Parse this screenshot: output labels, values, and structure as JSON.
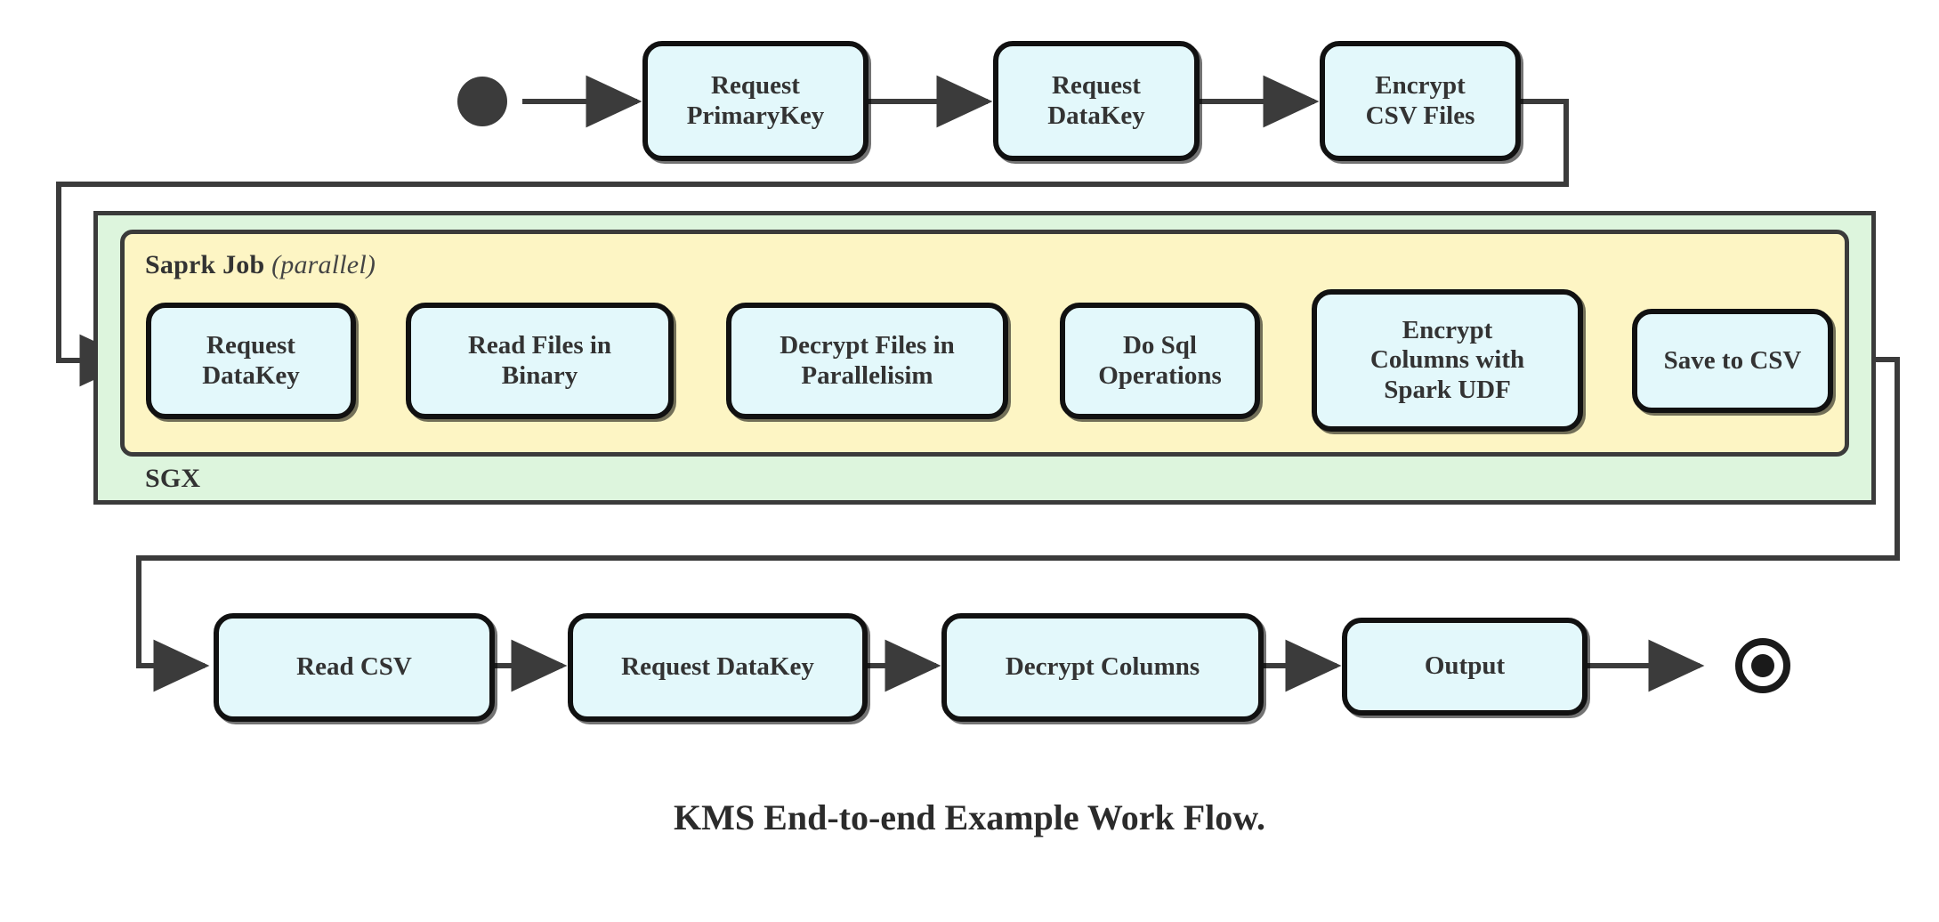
{
  "diagram": {
    "caption": "KMS End-to-end Example Work Flow.",
    "colors": {
      "node_fill": "#e3f8fb",
      "node_stroke": "#111111",
      "sgx_fill": "#ddf5dd",
      "spark_fill": "#fdf5c4",
      "group_stroke": "#3b3b3b",
      "text": "#333333"
    },
    "groups": {
      "sgx": {
        "label": "SGX"
      },
      "spark": {
        "label_bold": "Saprk Job",
        "label_italic": "(parallel)"
      }
    },
    "events": {
      "start": {
        "name": "start-event"
      },
      "end": {
        "name": "end-event"
      }
    },
    "rows": {
      "top": [
        {
          "id": "request-primarykey",
          "lines": [
            "Request",
            "PrimaryKey"
          ]
        },
        {
          "id": "request-datakey-top",
          "lines": [
            "Request",
            "DataKey"
          ]
        },
        {
          "id": "encrypt-csv-files",
          "lines": [
            "Encrypt",
            "CSV Files"
          ]
        }
      ],
      "spark": [
        {
          "id": "request-datakey-spark",
          "lines": [
            "Request",
            "DataKey"
          ]
        },
        {
          "id": "read-files-in-binary",
          "lines": [
            "Read Files in",
            "Binary"
          ]
        },
        {
          "id": "decrypt-files-in-parallelisim",
          "lines": [
            "Decrypt Files in",
            "Parallelisim"
          ]
        },
        {
          "id": "do-sql-operations",
          "lines": [
            "Do Sql",
            "Operations"
          ]
        },
        {
          "id": "encrypt-columns-with-spark-udf",
          "lines": [
            "Encrypt",
            "Columns with",
            "Spark UDF"
          ]
        },
        {
          "id": "save-to-csv",
          "lines": [
            "Save to CSV"
          ]
        }
      ],
      "bottom": [
        {
          "id": "read-csv",
          "lines": [
            "Read CSV"
          ]
        },
        {
          "id": "request-datakey-bottom",
          "lines": [
            "Request DataKey"
          ]
        },
        {
          "id": "decrypt-columns",
          "lines": [
            "Decrypt Columns"
          ]
        },
        {
          "id": "output",
          "lines": [
            "Output"
          ]
        }
      ]
    }
  },
  "chart_data": {
    "type": "diagram",
    "title": "KMS End-to-end Example Work Flow.",
    "flow": [
      "start",
      "Request PrimaryKey",
      "Request DataKey",
      "Encrypt CSV Files",
      "Request DataKey",
      "Read Files in Binary",
      "Decrypt Files in Parallelisim",
      "Do Sql Operations",
      "Encrypt Columns with Spark UDF",
      "Save to CSV",
      "Read CSV",
      "Request DataKey",
      "Decrypt Columns",
      "Output",
      "end"
    ],
    "containers": [
      {
        "name": "SGX",
        "contains": [
          "Saprk Job (parallel)"
        ]
      },
      {
        "name": "Saprk Job (parallel)",
        "contains": [
          "Request DataKey",
          "Read Files in Binary",
          "Decrypt Files in Parallelisim",
          "Do Sql Operations",
          "Encrypt Columns with Spark UDF",
          "Save to CSV"
        ]
      }
    ]
  }
}
